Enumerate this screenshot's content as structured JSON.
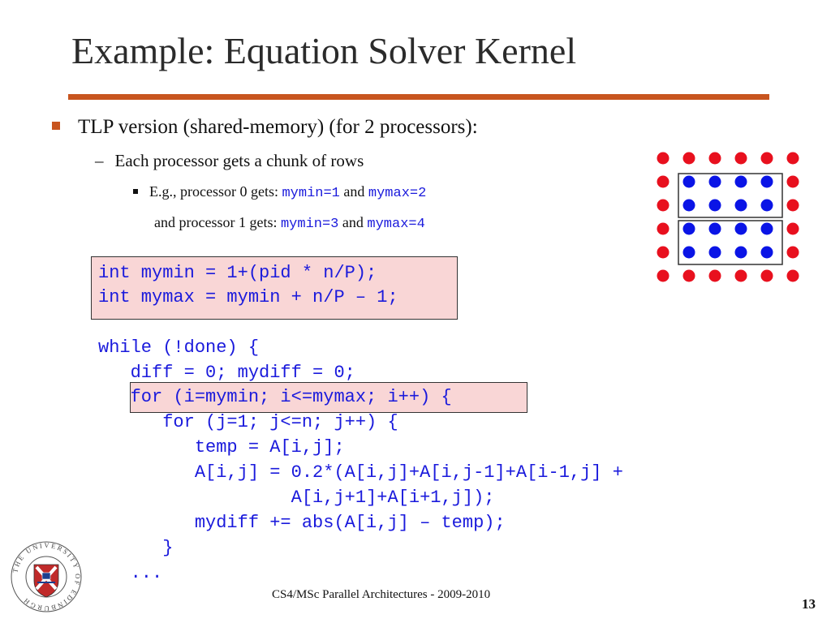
{
  "slide": {
    "title": "Example: Equation Solver Kernel",
    "bullet1": "TLP version (shared-memory) (for 2 processors):",
    "bullet2": "Each processor gets a chunk of rows",
    "bullet3": {
      "prefix": "E.g., processor 0 gets: ",
      "code1": "mymin=1",
      "mid": " and ",
      "code2": "mymax=2"
    },
    "bullet4": {
      "prefix": "and processor 1 gets: ",
      "code1": "mymin=3",
      "mid": " and ",
      "code2": "mymax=4"
    },
    "code_box_lines": [
      "int mymin = 1+(pid * n/P);",
      "int mymax = mymin + n/P – 1;"
    ],
    "code_lines": [
      "while (!done) {",
      "   diff = 0; mydiff = 0;",
      "   for (i=mymin; i<=mymax; i++) {",
      "      for (j=1; j<=n; j++) {",
      "         temp = A[i,j];",
      "         A[i,j] = 0.2*(A[i,j]+A[i,j-1]+A[i-1,j] +",
      "                  A[i,j+1]+A[i+1,j]);",
      "         mydiff += abs(A[i,j] – temp);",
      "      }",
      "   ..."
    ],
    "footer": "CS4/MSc Parallel Architectures - 2009-2010",
    "page_number": "13",
    "logo_text": "THE UNIVERSITY OF EDINBURGH"
  },
  "colors": {
    "accent": "#c8551f",
    "code_blue": "#1a1adc",
    "highlight_bg": "#f9d6d6",
    "grid_red": "#e8101e",
    "grid_blue": "#0a14e6"
  },
  "grid": {
    "rows": 6,
    "cols": 6,
    "processor_chunks": [
      [
        1,
        2
      ],
      [
        3,
        4
      ]
    ]
  }
}
